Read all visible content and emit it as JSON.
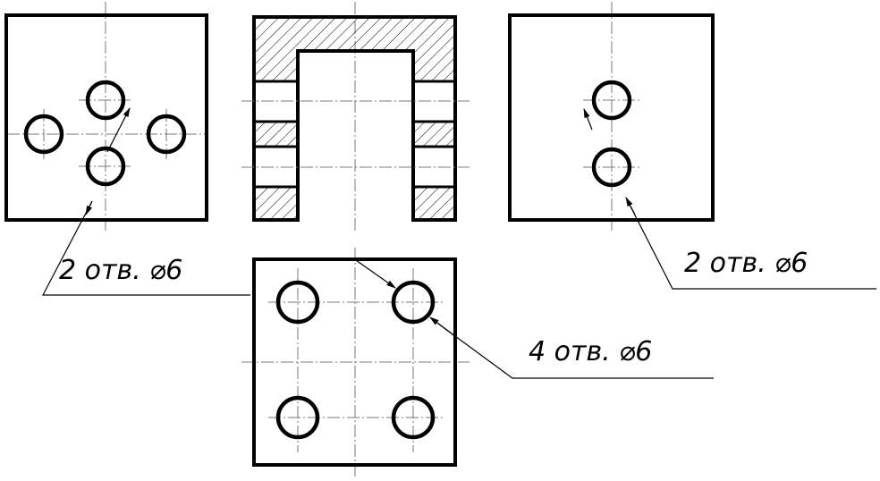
{
  "annotations": {
    "left_view_note": "2 отв. ⌀6",
    "right_view_note": "2 отв. ⌀6",
    "top_view_note": "4 отв. ⌀6"
  },
  "colors": {
    "line": "#000000",
    "centerline": "#777777",
    "background": "#ffffff"
  }
}
